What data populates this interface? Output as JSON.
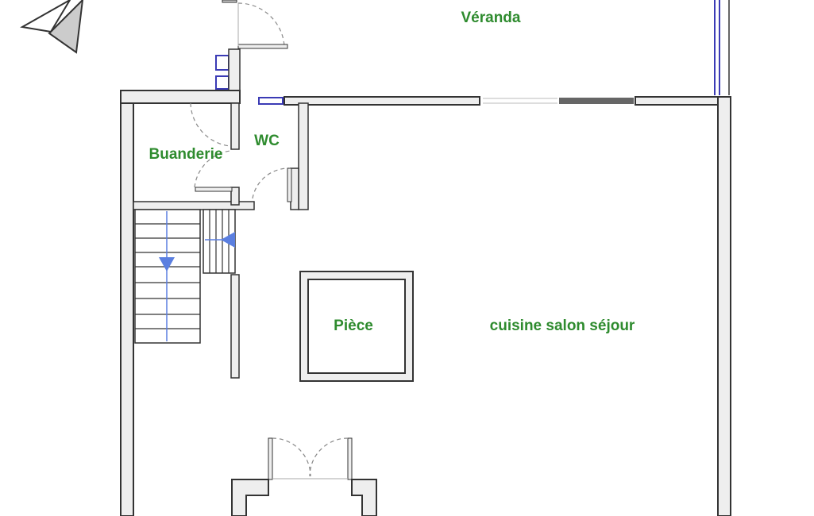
{
  "colors": {
    "label": "#2e8b2e",
    "wall_fill": "#eeeeee",
    "wall_stroke": "#333333",
    "thin_line": "#999999",
    "window": "#3b3bb5",
    "stair_arrow": "#5b7fe0"
  },
  "icons": {
    "north_arrow": "north-arrow-icon",
    "stair_arrow": "arrow-icon"
  },
  "rooms": [
    {
      "id": "veranda",
      "label": "Véranda"
    },
    {
      "id": "buanderie",
      "label": "Buanderie"
    },
    {
      "id": "wc",
      "label": "WC"
    },
    {
      "id": "piece",
      "label": "Pièce"
    },
    {
      "id": "cuisine",
      "label": "cuisine salon séjour"
    }
  ]
}
